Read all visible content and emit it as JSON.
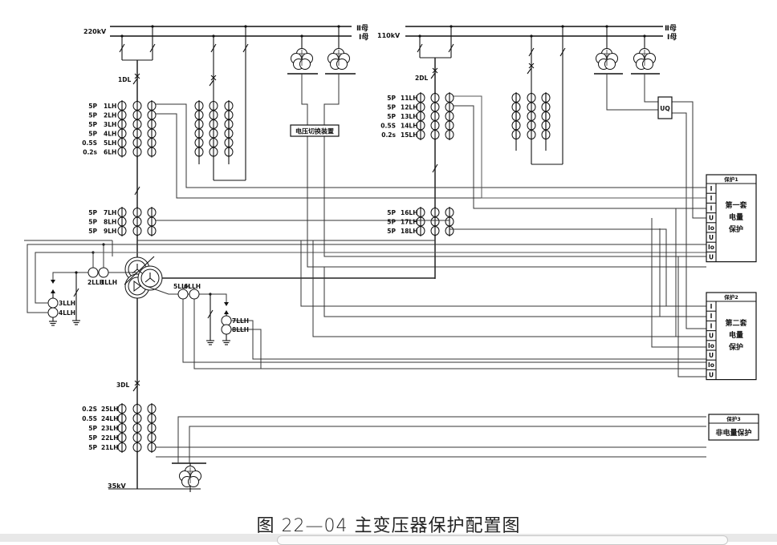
{
  "voltage_levels": {
    "hv": "220kV",
    "mv": "110kV",
    "lv": "35kV"
  },
  "bus_labels": {
    "bus_ii": "Ⅱ母",
    "bus_i": "Ⅰ母"
  },
  "breakers": {
    "hv": "1DL",
    "mv": "2DL",
    "lv": "3DL"
  },
  "ct_groups": {
    "hv_upper": [
      {
        "class": "5P",
        "name": "1LH"
      },
      {
        "class": "5P",
        "name": "2LH"
      },
      {
        "class": "5P",
        "name": "3LH"
      },
      {
        "class": "5P",
        "name": "4LH"
      },
      {
        "class": "0.5S",
        "name": "5LH"
      },
      {
        "class": "0.2s",
        "name": "6LH"
      }
    ],
    "hv_lower": [
      {
        "class": "5P",
        "name": "7LH"
      },
      {
        "class": "5P",
        "name": "8LH"
      },
      {
        "class": "5P",
        "name": "9LH"
      }
    ],
    "mv_upper": [
      {
        "class": "5P",
        "name": "11LH"
      },
      {
        "class": "5P",
        "name": "12LH"
      },
      {
        "class": "5P",
        "name": "13LH"
      },
      {
        "class": "0.5S",
        "name": "14LH"
      },
      {
        "class": "0.2s",
        "name": "15LH"
      }
    ],
    "mv_lower": [
      {
        "class": "5P",
        "name": "16LH"
      },
      {
        "class": "5P",
        "name": "17LH"
      },
      {
        "class": "5P",
        "name": "18LH"
      }
    ],
    "lv": [
      {
        "class": "0.2S",
        "name": "25LH"
      },
      {
        "class": "0.5S",
        "name": "24LH"
      },
      {
        "class": "5P",
        "name": "23LH"
      },
      {
        "class": "5P",
        "name": "22LH"
      },
      {
        "class": "5P",
        "name": "21LH"
      }
    ]
  },
  "neutral_cts": {
    "hv_bushing": [
      "2LLH",
      "1LLH"
    ],
    "hv_neutral": [
      "3LLH",
      "4LLH"
    ],
    "mv_bushing": [
      "5LLH",
      "6LLH"
    ],
    "mv_neutral": [
      "7LLH",
      "8LLH"
    ]
  },
  "devices": {
    "voltage_switch": "电压切换装置",
    "uq": "UQ"
  },
  "protection_panels": [
    {
      "header": "保护1",
      "title_lines": [
        "第一套",
        "电量",
        "保护"
      ],
      "terminals": [
        "I",
        "I",
        "I",
        "U",
        "Io",
        "U",
        "Io",
        "U"
      ]
    },
    {
      "header": "保护2",
      "title_lines": [
        "第二套",
        "电量",
        "保护"
      ],
      "terminals": [
        "I",
        "I",
        "I",
        "U",
        "Io",
        "U",
        "Io",
        "U"
      ]
    },
    {
      "header": "保护3",
      "title_lines": [
        "非电量保护"
      ],
      "terminals": []
    }
  ],
  "caption": "图 22—04 主变压器保护配置图"
}
